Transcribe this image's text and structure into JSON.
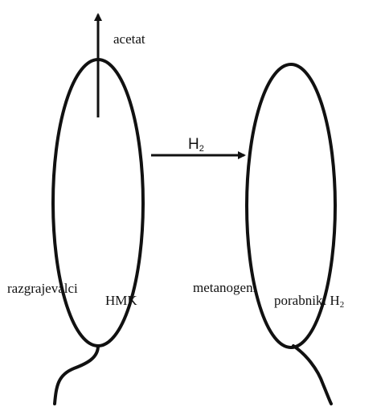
{
  "left_cell": {
    "label_primary": "razgrajevalci",
    "label_secondary": "HMK",
    "arrow_label": "acetat"
  },
  "right_cell": {
    "label_primary": "metanogeni",
    "label_secondary_main": "porabniki H",
    "label_secondary_sub": "2"
  },
  "transfer": {
    "label_main": "H",
    "label_sub": "2"
  },
  "colors": {
    "stroke": "#111111",
    "background": "#ffffff"
  }
}
